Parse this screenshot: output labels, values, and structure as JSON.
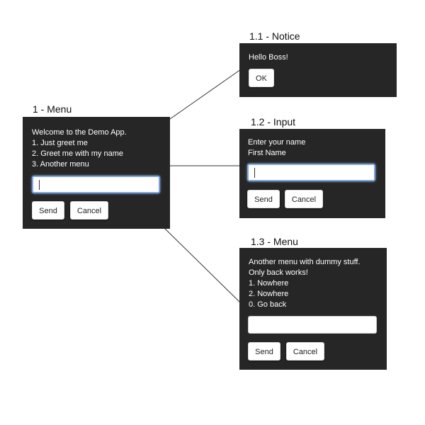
{
  "diagram": {
    "screens": [
      {
        "caption": "1 - Menu",
        "lines": [
          "Welcome to the Demo App.",
          "1. Just greet me",
          "2. Greet me with my name",
          "3. Another menu"
        ],
        "input_value": "",
        "buttons": [
          "Send",
          "Cancel"
        ]
      },
      {
        "caption": "1.1 - Notice",
        "lines": [
          "Hello Boss!"
        ],
        "buttons": [
          "OK"
        ]
      },
      {
        "caption": "1.2 - Input",
        "lines": [
          "Enter your name",
          "First Name"
        ],
        "input_value": "",
        "buttons": [
          "Send",
          "Cancel"
        ]
      },
      {
        "caption": "1.3 - Menu",
        "lines": [
          "Another menu with dummy stuff.",
          "Only back works!",
          "1. Nowhere",
          "2. Nowhere",
          "0. Go back"
        ],
        "input_value": "",
        "buttons": [
          "Send",
          "Cancel"
        ]
      }
    ],
    "colors": {
      "panel_bg": "#262626",
      "panel_text": "#ffffff",
      "button_bg": "#ffffff",
      "focus_ring": "#7ea6d9",
      "connector": "#333333"
    }
  }
}
